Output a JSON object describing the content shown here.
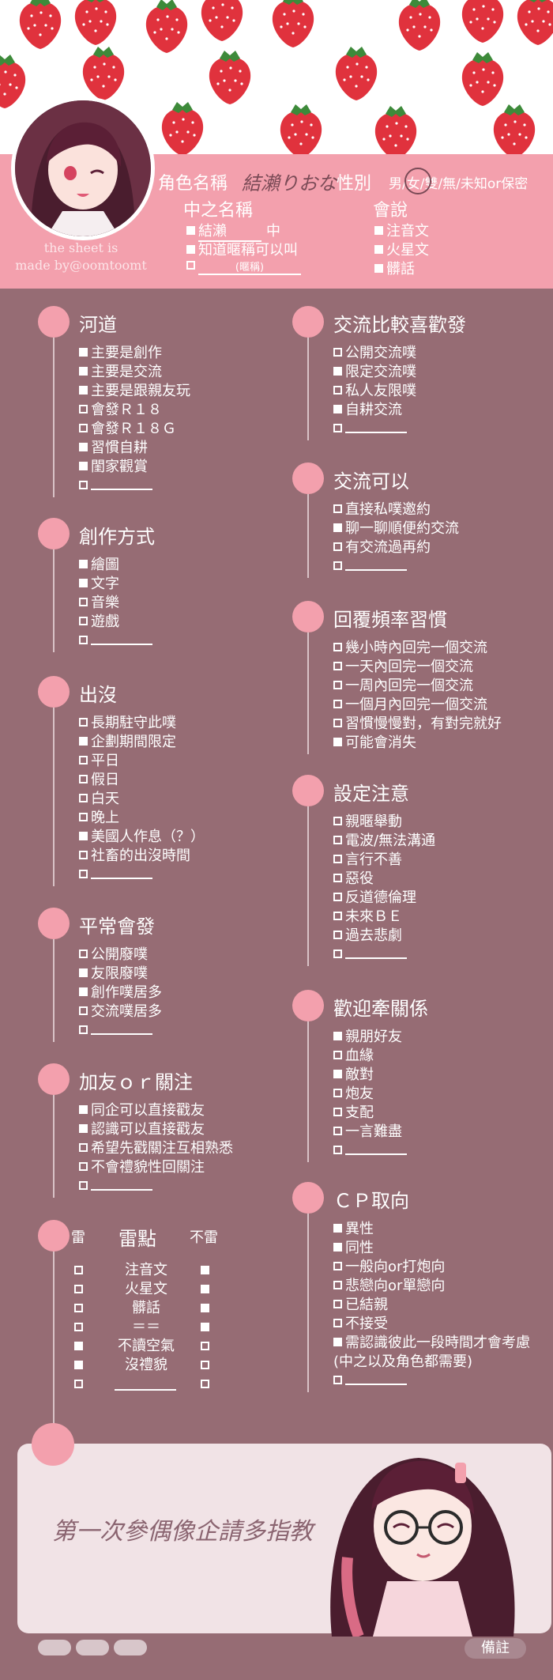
{
  "header": {
    "name_label": "角色名稱",
    "name_value": "結瀨りおな",
    "gender_label": "性別",
    "gender_options": "男/女/雙/無/未知or保密",
    "nick_label": "中之名稱",
    "nick_items": [
      {
        "checked": true,
        "text": "結瀨",
        "suffix": "中"
      },
      {
        "checked": true,
        "text": "知道暱稱可以叫",
        "suffix": ""
      },
      {
        "checked": false,
        "text": "(暱稱)",
        "suffix": ""
      }
    ],
    "lang_label": "會說",
    "lang_items": [
      {
        "checked": true,
        "text": "注音文"
      },
      {
        "checked": true,
        "text": "火星文"
      },
      {
        "checked": true,
        "text": "髒話"
      }
    ],
    "credit_line1": "the sheet is",
    "credit_line2": "made by@oomtoomt"
  },
  "left_sections": [
    {
      "title": "河道",
      "items": [
        {
          "on": true,
          "text": "主要是創作"
        },
        {
          "on": true,
          "text": "主要是交流"
        },
        {
          "on": true,
          "text": "主要是跟親友玩"
        },
        {
          "on": false,
          "text": "會發Ｒ１８"
        },
        {
          "on": false,
          "text": "會發Ｒ１８Ｇ"
        },
        {
          "on": true,
          "text": "習慣自耕"
        },
        {
          "on": true,
          "text": "閨家觀賞"
        },
        {
          "on": false,
          "text": ""
        }
      ]
    },
    {
      "title": "創作方式",
      "items": [
        {
          "on": true,
          "text": "繪圖"
        },
        {
          "on": true,
          "text": "文字"
        },
        {
          "on": false,
          "text": "音樂"
        },
        {
          "on": false,
          "text": "遊戲"
        },
        {
          "on": false,
          "text": ""
        }
      ]
    },
    {
      "title": "出沒",
      "items": [
        {
          "on": false,
          "text": "長期駐守此噗"
        },
        {
          "on": true,
          "text": "企劃期間限定"
        },
        {
          "on": false,
          "text": "平日"
        },
        {
          "on": false,
          "text": "假日"
        },
        {
          "on": false,
          "text": "白天"
        },
        {
          "on": false,
          "text": "晚上"
        },
        {
          "on": true,
          "text": "美國人作息（？）"
        },
        {
          "on": false,
          "text": "社畜的出沒時間"
        },
        {
          "on": false,
          "text": ""
        }
      ]
    },
    {
      "title": "平常會發",
      "items": [
        {
          "on": false,
          "text": "公開廢噗"
        },
        {
          "on": true,
          "text": "友限廢噗"
        },
        {
          "on": true,
          "text": "創作噗居多"
        },
        {
          "on": false,
          "text": "交流噗居多"
        },
        {
          "on": false,
          "text": ""
        }
      ]
    },
    {
      "title": "加友ｏｒ關注",
      "items": [
        {
          "on": true,
          "text": "同企可以直接戳友"
        },
        {
          "on": true,
          "text": "認識可以直接戳友"
        },
        {
          "on": false,
          "text": "希望先戳關注互相熟悉"
        },
        {
          "on": false,
          "text": "不會禮貌性回關注"
        },
        {
          "on": false,
          "text": ""
        }
      ]
    }
  ],
  "mine": {
    "title": "雷點",
    "left_label": "雷",
    "right_label": "不雷",
    "rows": [
      {
        "left": false,
        "text": "注音文",
        "right": true
      },
      {
        "left": false,
        "text": "火星文",
        "right": true
      },
      {
        "left": false,
        "text": "髒話",
        "right": true
      },
      {
        "left": false,
        "text": "＝＝",
        "right": true
      },
      {
        "left": true,
        "text": "不讀空氣",
        "right": false
      },
      {
        "left": true,
        "text": "沒禮貌",
        "right": false
      },
      {
        "left": false,
        "text": "",
        "right": false
      }
    ]
  },
  "right_sections": [
    {
      "title": "交流比較喜歡發",
      "items": [
        {
          "on": false,
          "text": "公開交流噗"
        },
        {
          "on": true,
          "text": "限定交流噗"
        },
        {
          "on": false,
          "text": "私人友限噗"
        },
        {
          "on": true,
          "text": "自耕交流"
        },
        {
          "on": false,
          "text": ""
        }
      ]
    },
    {
      "title": "交流可以",
      "items": [
        {
          "on": false,
          "text": "直接私噗邀約"
        },
        {
          "on": true,
          "text": "聊一聊順便約交流"
        },
        {
          "on": false,
          "text": "有交流過再約"
        },
        {
          "on": false,
          "text": ""
        }
      ]
    },
    {
      "title": "回覆頻率習慣",
      "items": [
        {
          "on": false,
          "text": "幾小時內回完一個交流"
        },
        {
          "on": false,
          "text": "一天內回完一個交流"
        },
        {
          "on": false,
          "text": "一周內回完一個交流"
        },
        {
          "on": false,
          "text": "一個月內回完一個交流"
        },
        {
          "on": false,
          "text": "習慣慢慢對，有對完就好"
        },
        {
          "on": true,
          "text": "可能會消失"
        }
      ]
    },
    {
      "title": "設定注意",
      "items": [
        {
          "on": false,
          "text": "親暱舉動"
        },
        {
          "on": false,
          "text": "電波/無法溝通"
        },
        {
          "on": false,
          "text": "言行不善"
        },
        {
          "on": false,
          "text": "惡役"
        },
        {
          "on": false,
          "text": "反道德倫理"
        },
        {
          "on": false,
          "text": "未來ＢＥ"
        },
        {
          "on": false,
          "text": "過去悲劇"
        },
        {
          "on": false,
          "text": ""
        }
      ]
    },
    {
      "title": "歡迎牽關係",
      "items": [
        {
          "on": true,
          "text": "親朋好友"
        },
        {
          "on": false,
          "text": "血緣"
        },
        {
          "on": true,
          "text": "敵對"
        },
        {
          "on": false,
          "text": "炮友"
        },
        {
          "on": false,
          "text": "支配"
        },
        {
          "on": false,
          "text": "一言難盡"
        },
        {
          "on": false,
          "text": ""
        }
      ]
    },
    {
      "title": "ＣＰ取向",
      "items": [
        {
          "on": true,
          "text": "異性"
        },
        {
          "on": true,
          "text": "同性"
        },
        {
          "on": false,
          "text": "一般向or打炮向"
        },
        {
          "on": false,
          "text": "悲戀向or單戀向"
        },
        {
          "on": false,
          "text": "已結親"
        },
        {
          "on": false,
          "text": "不接受"
        },
        {
          "on": true,
          "text": "需認識彼此一段時間才會考慮"
        },
        {
          "on": null,
          "text": "(中之以及角色都需要)"
        },
        {
          "on": false,
          "text": ""
        }
      ]
    }
  ],
  "note": {
    "text": "第一次參偶像企請多指教",
    "remark_label": "備註"
  },
  "colors": {
    "background": "#966c74",
    "pink": "#f3a0ad",
    "note_bg": "#f1e3e6"
  }
}
